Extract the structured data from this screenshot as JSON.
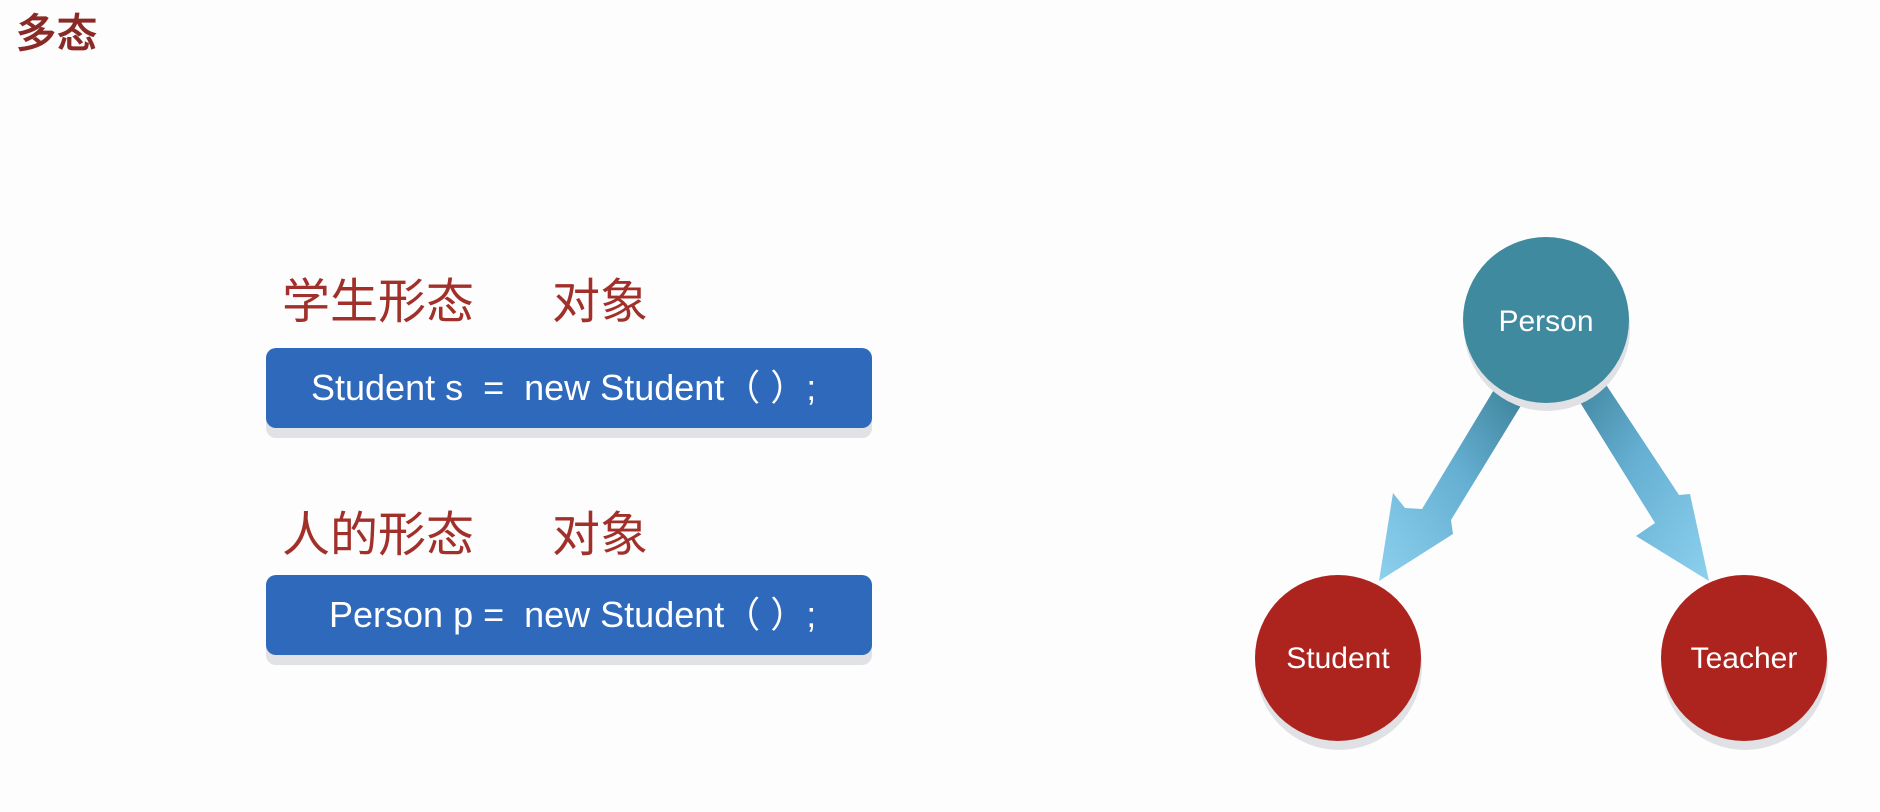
{
  "slide": {
    "title": "多态"
  },
  "examples": [
    {
      "caption_left": "学生形态",
      "caption_right": "对象",
      "code": "Student s  =  new Student（ ）;"
    },
    {
      "caption_left": "人的形态",
      "caption_right": "对象",
      "code": "Person p =  new Student（ ）;"
    }
  ],
  "diagram": {
    "parent": {
      "label": "Person",
      "color": "#3f8a9e"
    },
    "children": [
      {
        "label": "Student",
        "color": "#ad231e"
      },
      {
        "label": "Teacher",
        "color": "#ad231e"
      }
    ],
    "arrow_color": "#7fc3e4"
  }
}
